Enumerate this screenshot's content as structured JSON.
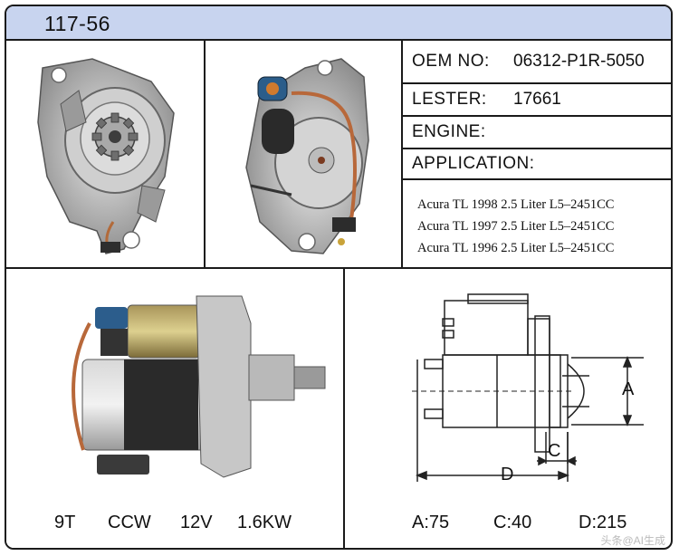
{
  "header": {
    "title": "117-56"
  },
  "specs": {
    "oem_label": "OEM NO:",
    "oem_value": "06312-P1R-5050",
    "lester_label": "LESTER:",
    "lester_value": "17661",
    "engine_label": "ENGINE:",
    "application_label": "APPLICATION:"
  },
  "applications": [
    "Acura TL 1998 2.5 Liter L5–2451CC",
    "Acura TL 1997 2.5 Liter L5–2451CC",
    "Acura TL 1996 2.5 Liter L5–2451CC"
  ],
  "ratings": {
    "teeth": "9T",
    "rotation": "CCW",
    "voltage": "12V",
    "power": "1.6KW"
  },
  "dimensions": {
    "a_label": "A",
    "c_label": "C",
    "d_label": "D",
    "a_value": "A:75",
    "c_value": "C:40",
    "d_value": "D:215"
  },
  "watermark": "头条@AI生成"
}
